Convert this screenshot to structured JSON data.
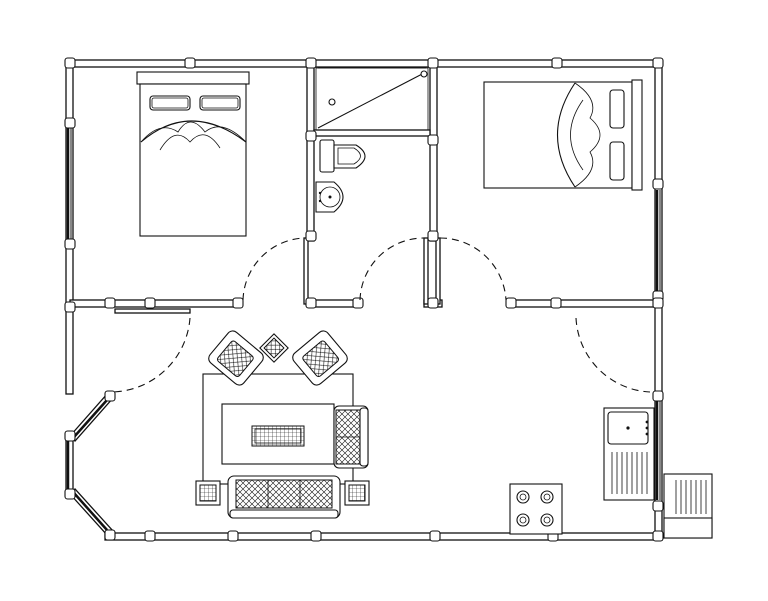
{
  "plan": {
    "rooms": [
      "bedroom-left",
      "bathroom",
      "bedroom-right",
      "living-room",
      "kitchen"
    ],
    "colors": {
      "line": "#111111",
      "background": "#ffffff"
    }
  }
}
